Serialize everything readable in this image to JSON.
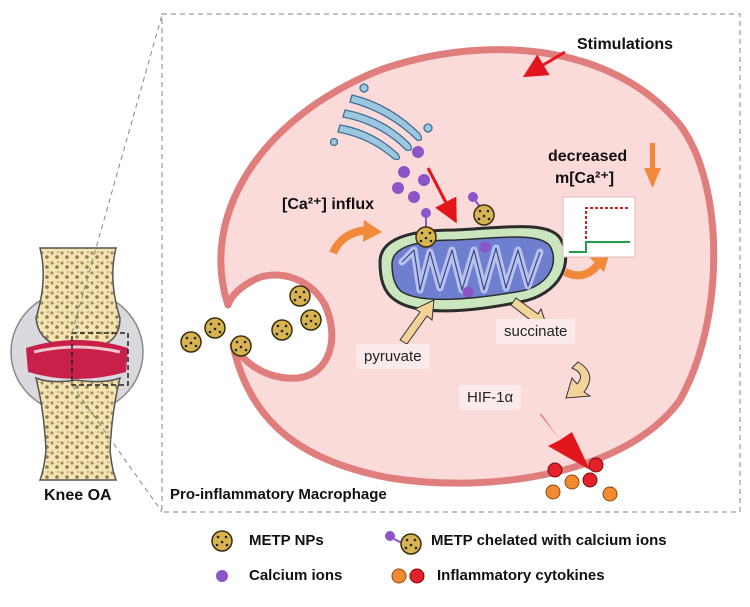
{
  "knee_label": "Knee OA",
  "panel_label": "Pro-inflammatory Macrophage",
  "labels": {
    "stimulations": "Stimulations",
    "decreased_line1": "decreased",
    "decreased_line2": "m[Ca²⁺]",
    "ca_influx": "[Ca²⁺] influx",
    "pyruvate": "pyruvate",
    "succinate": "succinate",
    "hif": "HIF-1α"
  },
  "legend": {
    "metp_nps": "METP NPs",
    "metp_chelated": "METP chelated with calcium ions",
    "calcium_ions": "Calcium ions",
    "inflammatory_cytokines": "Inflammatory cytokines"
  },
  "colors": {
    "cell_fill": "#fbdada",
    "cell_stroke": "#e07d7d",
    "np_fill": "#d7b451",
    "calcium": "#8b55c8",
    "cytokine_red": "#e4202a",
    "cytokine_orange": "#f28a2f",
    "arrow_orange": "#f08a3a",
    "arrow_red": "#e4161d",
    "arrow_tan": "#f2d49a"
  }
}
